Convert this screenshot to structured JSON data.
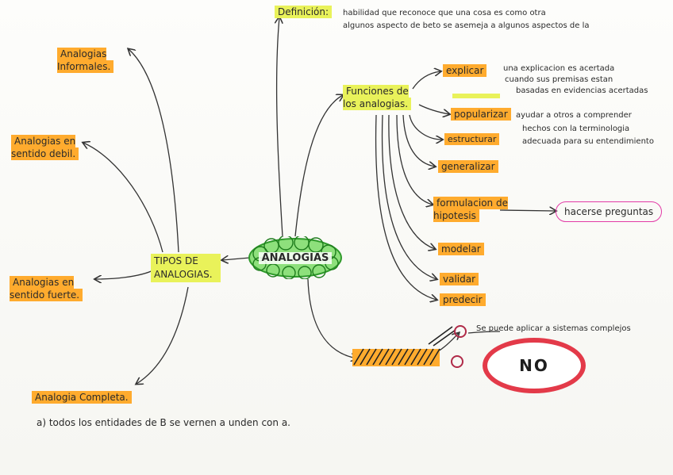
{
  "center": {
    "label": "ANALOGIAS"
  },
  "top_definition": {
    "label": "Definición:",
    "line1": "habilidad que reconoce que una cosa es como otra",
    "line2": "algunos aspecto de beto se asemeja a algunos aspectos de la"
  },
  "left": {
    "tipos": "TIPOS DE ANALOGIAS.",
    "informales": "Analogias Informales.",
    "debil": "Analogias en sentido debil.",
    "fuerte": "Analogias en sentido fuerte.",
    "completa": "Analogia Completa.",
    "completa_note": "a) todos los entidades de B se vernen a unden con a."
  },
  "funciones": {
    "title": "Funciones de los analogias.",
    "explicar": "explicar",
    "explicar_note1": "una explicacion es acertada",
    "explicar_note2": "cuando sus premisas estan",
    "explicar_note3": "basadas en evidencias acertadas",
    "popularizar": "popularizar",
    "popularizar_note1": "ayudar a otros a comprender",
    "popularizar_note2": "hechos con la terminologia",
    "popularizar_note3": "adecuada para su entendimiento",
    "estructurar": "estructurar",
    "generalizar": "generalizar",
    "formulacion": "formulacion de hipotesis",
    "hacerse": "hacerse preguntas",
    "modelar": "modelar",
    "validar": "validar",
    "predecir": "predecir"
  },
  "bottom_right": {
    "note": "Se puede aplicar a sistemas complejos",
    "no": "NO"
  },
  "colors": {
    "orange": "#ffab2e",
    "yellow": "#e9f25a",
    "green_cloud": "#3fbf3a",
    "pink": "#e23aa6",
    "red": "#e33a49"
  }
}
